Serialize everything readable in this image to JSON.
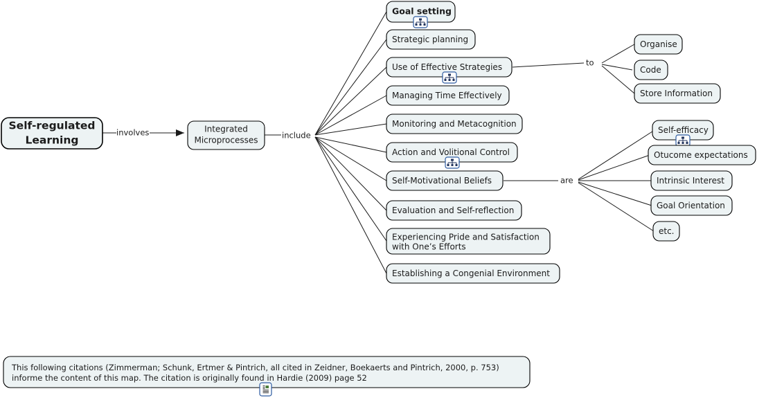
{
  "map": {
    "title": "Self-regulated Learning concept map",
    "colors": {
      "node_fill": "#edf3f4",
      "node_stroke": "#000000",
      "edge_stroke": "#1a1a1a",
      "icon_frame": "#2c5aa0",
      "background": "#ffffff"
    }
  },
  "root": {
    "line1": "Self-regulated",
    "line2": "Learning"
  },
  "links": {
    "involves": "involves",
    "include": "include",
    "to": "to",
    "are": "are"
  },
  "integrated": {
    "line1": "Integrated",
    "line2": "Microprocesses"
  },
  "microprocesses": [
    {
      "label": "Goal setting",
      "bold": true,
      "icon": "hierarchy-icon"
    },
    {
      "label": "Strategic planning",
      "bold": false,
      "icon": null
    },
    {
      "label": "Use of Effective Strategies",
      "bold": false,
      "icon": "hierarchy-icon"
    },
    {
      "label": "Managing Time Effectively",
      "bold": false,
      "icon": null
    },
    {
      "label": "Monitoring and Metacognition",
      "bold": false,
      "icon": null
    },
    {
      "label": "Action and Volitional Control",
      "bold": false,
      "icon": "hierarchy-icon"
    },
    {
      "label": "Self-Motivational Beliefs",
      "bold": false,
      "icon": null
    },
    {
      "label": "Evaluation and Self-reflection",
      "bold": false,
      "icon": null
    },
    {
      "label": "Experiencing Pride and Satisfaction",
      "label2": "with One’s Efforts",
      "bold": false,
      "icon": null
    },
    {
      "label": "Establishing a Congenial Environment",
      "bold": false,
      "icon": null
    }
  ],
  "strategies_targets": [
    {
      "label": "Organise"
    },
    {
      "label": "Code"
    },
    {
      "label": "Store Information"
    }
  ],
  "beliefs_targets": [
    {
      "label": "Self-efficacy",
      "icon": "hierarchy-icon"
    },
    {
      "label": "Otucome expectations",
      "icon": null
    },
    {
      "label": "Intrinsic Interest",
      "icon": null
    },
    {
      "label": "Goal Orientation",
      "icon": null
    },
    {
      "label": "etc.",
      "icon": null
    }
  ],
  "note": {
    "line1": "This following citations (Zimmerman; Schunk, Ertmer & Pintrich, all cited in Zeidner, Boekaerts and Pintrich, 2000, p. 753)",
    "line2": "informe the content of this map. The citation is originally found in Hardie (2009) page 52",
    "icon": "document-resource-icon"
  }
}
